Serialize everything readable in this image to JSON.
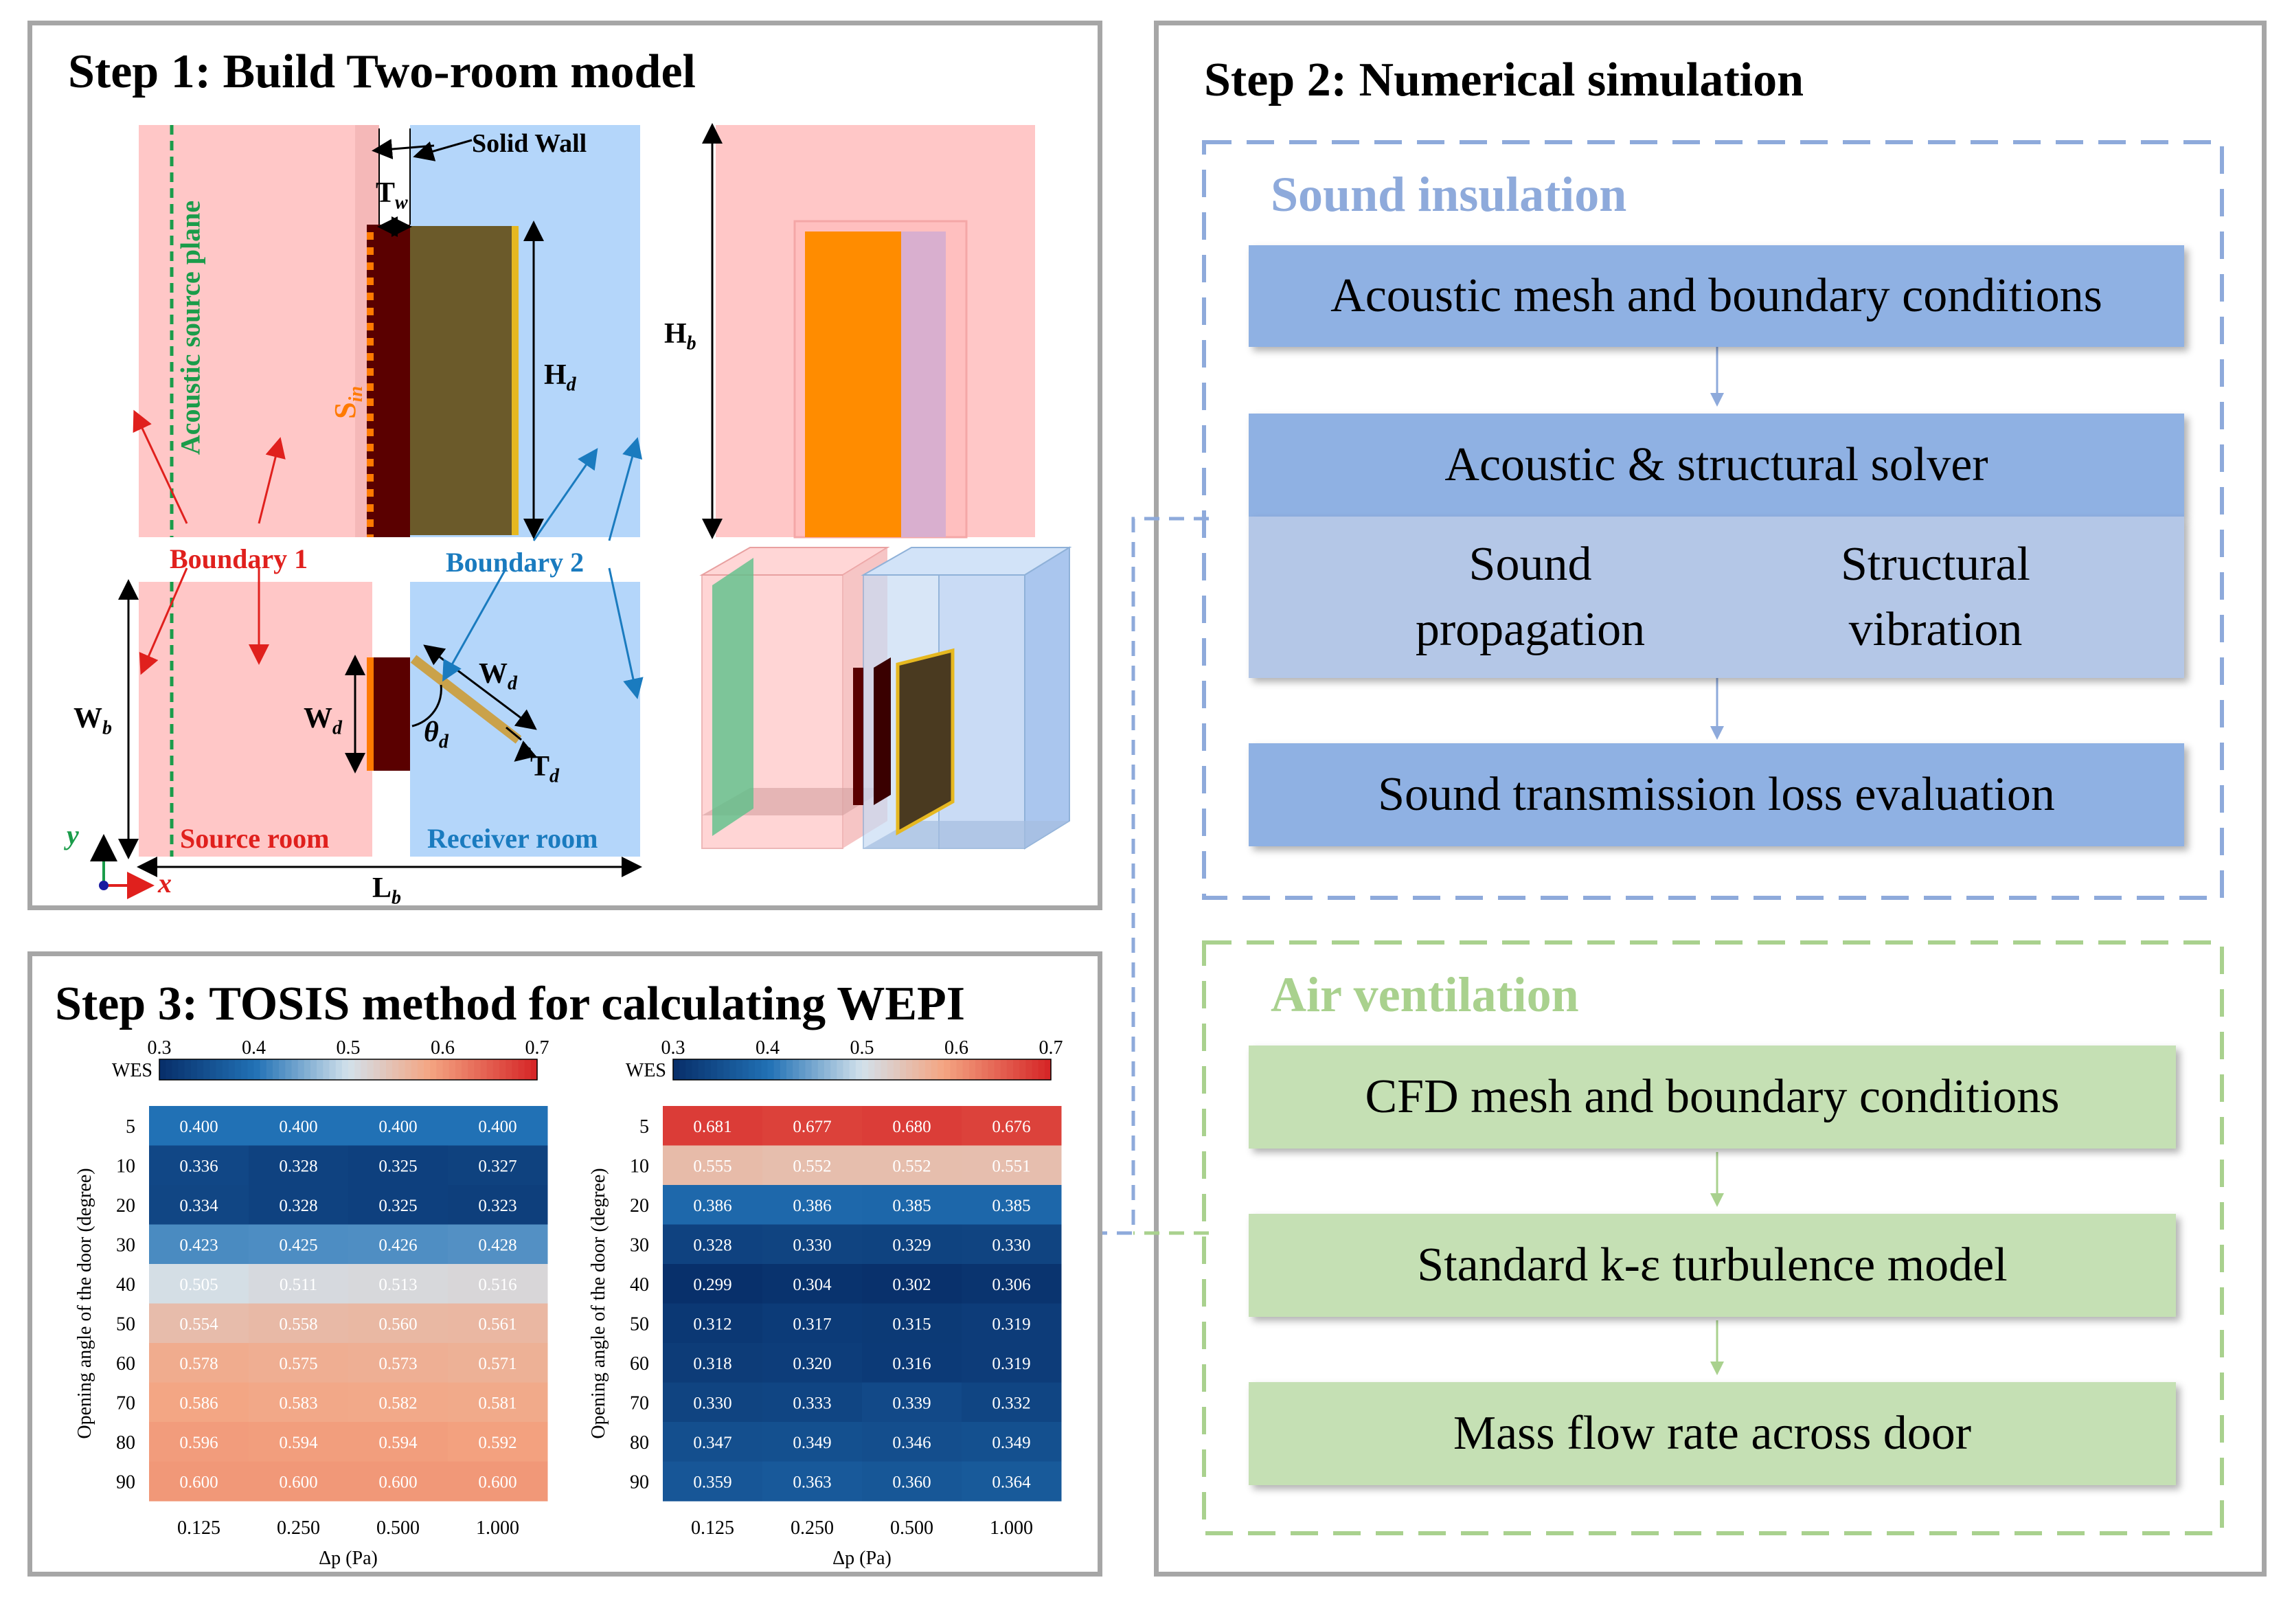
{
  "step1": {
    "title": "Step 1: Build Two-room model",
    "labels": {
      "solid_wall": "Solid Wall",
      "tw": "T",
      "tw_sub": "w",
      "acoustic_source_plane": "Acoustic source plane",
      "s_in": "S",
      "s_in_sub": "in",
      "hd": "H",
      "hd_sub": "d",
      "hb": "H",
      "hb_sub": "b",
      "boundary1": "Boundary 1",
      "boundary2": "Boundary 2",
      "wb": "W",
      "wb_sub": "b",
      "wd_left": "W",
      "wd_left_sub": "d",
      "wd_right": "W",
      "wd_right_sub": "d",
      "theta": "θ",
      "theta_sub": "d",
      "td": "T",
      "td_sub": "d",
      "source_room": "Source room",
      "receiver_room": "Receiver room",
      "lb": "L",
      "lb_sub": "b",
      "axis_y": "y",
      "axis_x": "x"
    }
  },
  "step2": {
    "title": "Step 2: Numerical simulation",
    "sound_insulation": {
      "label": "Sound insulation",
      "box1": "Acoustic mesh and boundary conditions",
      "box2": "Acoustic & structural solver",
      "sub_left": "Sound propagation",
      "sub_right": "Structural vibration",
      "box3": "Sound transmission loss evaluation"
    },
    "air_ventilation": {
      "label": "Air ventilation",
      "box1": "CFD mesh and boundary conditions",
      "box2": "Standard k-ε turbulence model",
      "box3": "Mass flow rate across door"
    }
  },
  "step3": {
    "title": "Step 3: TOSIS method for calculating WEPI"
  },
  "colors": {
    "sound_accent": "#8eaadb",
    "air_accent": "#a9d18e",
    "sound_box_dark": "#8fb1e3",
    "sound_box_light": "#b4c7e7",
    "air_box": "#c5e0b4",
    "source_room": "#ffc7c7",
    "receiver_room": "#b4d6fa",
    "door_dark": "#5a0000",
    "door_olive": "#6b5a2a",
    "door_orange": "#ff8c00"
  },
  "chart_data": [
    {
      "type": "heatmap",
      "colorbar_label": "WES",
      "colorbar_ticks": [
        "0.3",
        "0.4",
        "0.5",
        "0.6",
        "0.7"
      ],
      "vmin": 0.3,
      "vmax": 0.7,
      "ylabel": "Opening angle of the door (degree)",
      "xlabel": "Δp (Pa)",
      "x": [
        "0.125",
        "0.250",
        "0.500",
        "1.000"
      ],
      "y": [
        "5",
        "10",
        "20",
        "30",
        "40",
        "50",
        "60",
        "70",
        "80",
        "90"
      ],
      "values": [
        [
          "0.400",
          "0.400",
          "0.400",
          "0.400"
        ],
        [
          "0.336",
          "0.328",
          "0.325",
          "0.327"
        ],
        [
          "0.334",
          "0.328",
          "0.325",
          "0.323"
        ],
        [
          "0.423",
          "0.425",
          "0.426",
          "0.428"
        ],
        [
          "0.505",
          "0.511",
          "0.513",
          "0.516"
        ],
        [
          "0.554",
          "0.558",
          "0.560",
          "0.561"
        ],
        [
          "0.578",
          "0.575",
          "0.573",
          "0.571"
        ],
        [
          "0.586",
          "0.583",
          "0.582",
          "0.581"
        ],
        [
          "0.596",
          "0.594",
          "0.594",
          "0.592"
        ],
        [
          "0.600",
          "0.600",
          "0.600",
          "0.600"
        ]
      ]
    },
    {
      "type": "heatmap",
      "colorbar_label": "WES",
      "colorbar_ticks": [
        "0.3",
        "0.4",
        "0.5",
        "0.6",
        "0.7"
      ],
      "vmin": 0.3,
      "vmax": 0.7,
      "ylabel": "Opening angle of the door (degree)",
      "xlabel": "Δp (Pa)",
      "x": [
        "0.125",
        "0.250",
        "0.500",
        "1.000"
      ],
      "y": [
        "5",
        "10",
        "20",
        "30",
        "40",
        "50",
        "60",
        "70",
        "80",
        "90"
      ],
      "values": [
        [
          "0.681",
          "0.677",
          "0.680",
          "0.676"
        ],
        [
          "0.555",
          "0.552",
          "0.552",
          "0.551"
        ],
        [
          "0.386",
          "0.386",
          "0.385",
          "0.385"
        ],
        [
          "0.328",
          "0.330",
          "0.329",
          "0.330"
        ],
        [
          "0.299",
          "0.304",
          "0.302",
          "0.306"
        ],
        [
          "0.312",
          "0.317",
          "0.315",
          "0.319"
        ],
        [
          "0.318",
          "0.320",
          "0.316",
          "0.319"
        ],
        [
          "0.330",
          "0.333",
          "0.339",
          "0.332"
        ],
        [
          "0.347",
          "0.349",
          "0.346",
          "0.349"
        ],
        [
          "0.359",
          "0.363",
          "0.360",
          "0.364"
        ]
      ]
    }
  ]
}
